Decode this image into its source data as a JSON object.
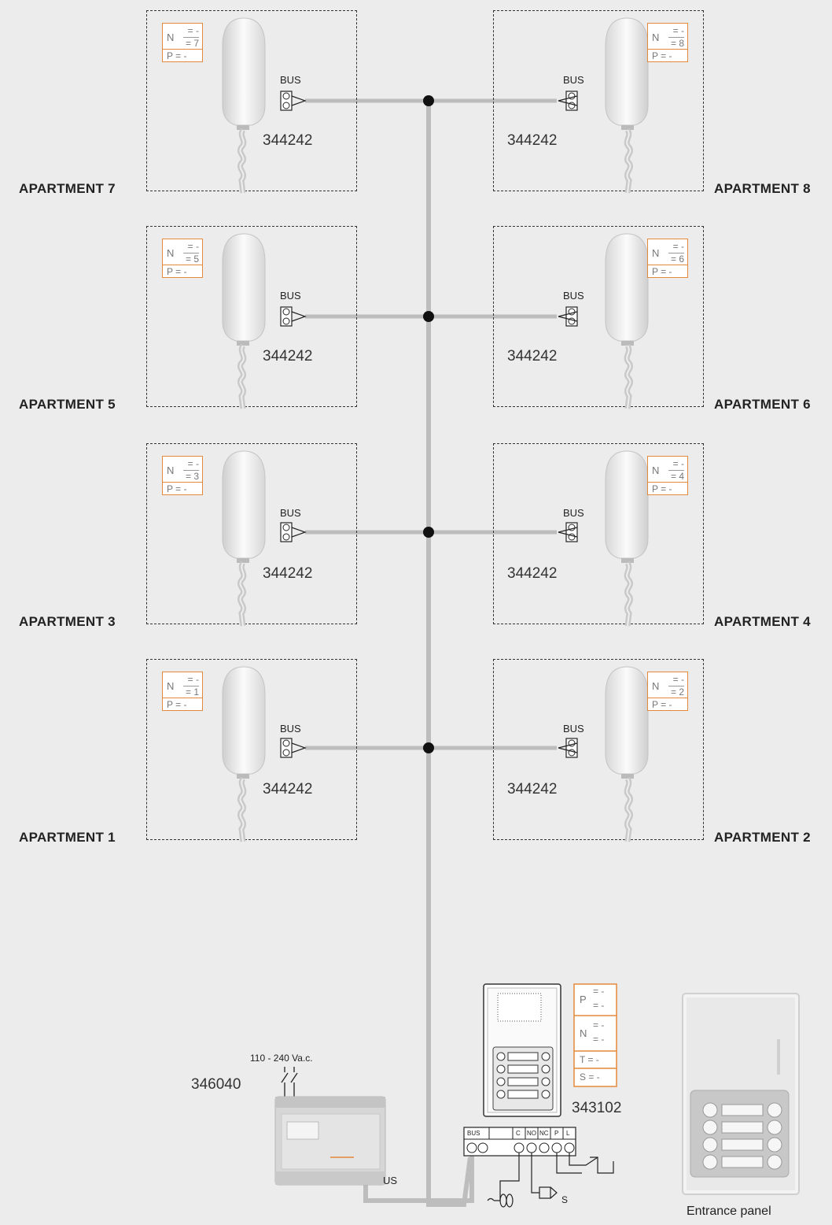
{
  "apartments": [
    {
      "label": "APARTMENT 7",
      "n_top": "= -",
      "n_bottom": "= 7",
      "p": "P = -",
      "bus": "BUS",
      "code": "344242"
    },
    {
      "label": "APARTMENT 8",
      "n_top": "= -",
      "n_bottom": "= 8",
      "p": "P = -",
      "bus": "BUS",
      "code": "344242"
    },
    {
      "label": "APARTMENT 5",
      "n_top": "= -",
      "n_bottom": "= 5",
      "p": "P = -",
      "bus": "BUS",
      "code": "344242"
    },
    {
      "label": "APARTMENT 6",
      "n_top": "= -",
      "n_bottom": "= 6",
      "p": "P = -",
      "bus": "BUS",
      "code": "344242"
    },
    {
      "label": "APARTMENT 3",
      "n_top": "= -",
      "n_bottom": "= 3",
      "p": "P = -",
      "bus": "BUS",
      "code": "344242"
    },
    {
      "label": "APARTMENT 4",
      "n_top": "= -",
      "n_bottom": "= 4",
      "p": "P = -",
      "bus": "BUS",
      "code": "344242"
    },
    {
      "label": "APARTMENT 1",
      "n_top": "= -",
      "n_bottom": "= 1",
      "p": "P = -",
      "bus": "BUS",
      "code": "344242"
    },
    {
      "label": "APARTMENT 2",
      "n_top": "= -",
      "n_bottom": "= 2",
      "p": "P = -",
      "bus": "BUS",
      "code": "344242"
    }
  ],
  "config_letter_n": "N",
  "power_supply": {
    "voltage": "110 - 240 Va.c.",
    "code": "346040",
    "terminal": "US"
  },
  "entrance_module": {
    "code": "343102",
    "config": {
      "p_letter": "P",
      "p_top": "= -",
      "p_bottom": "= -",
      "n_letter": "N",
      "n_top": "= -",
      "n_bottom": "= -",
      "t": "T = -",
      "s": "S = -"
    }
  },
  "terminal_block": {
    "bus": "BUS",
    "c": "C",
    "no": "NO",
    "nc": "NC",
    "p": "P",
    "l": "L",
    "s": "S"
  },
  "entrance_panel_caption": "Entrance panel"
}
